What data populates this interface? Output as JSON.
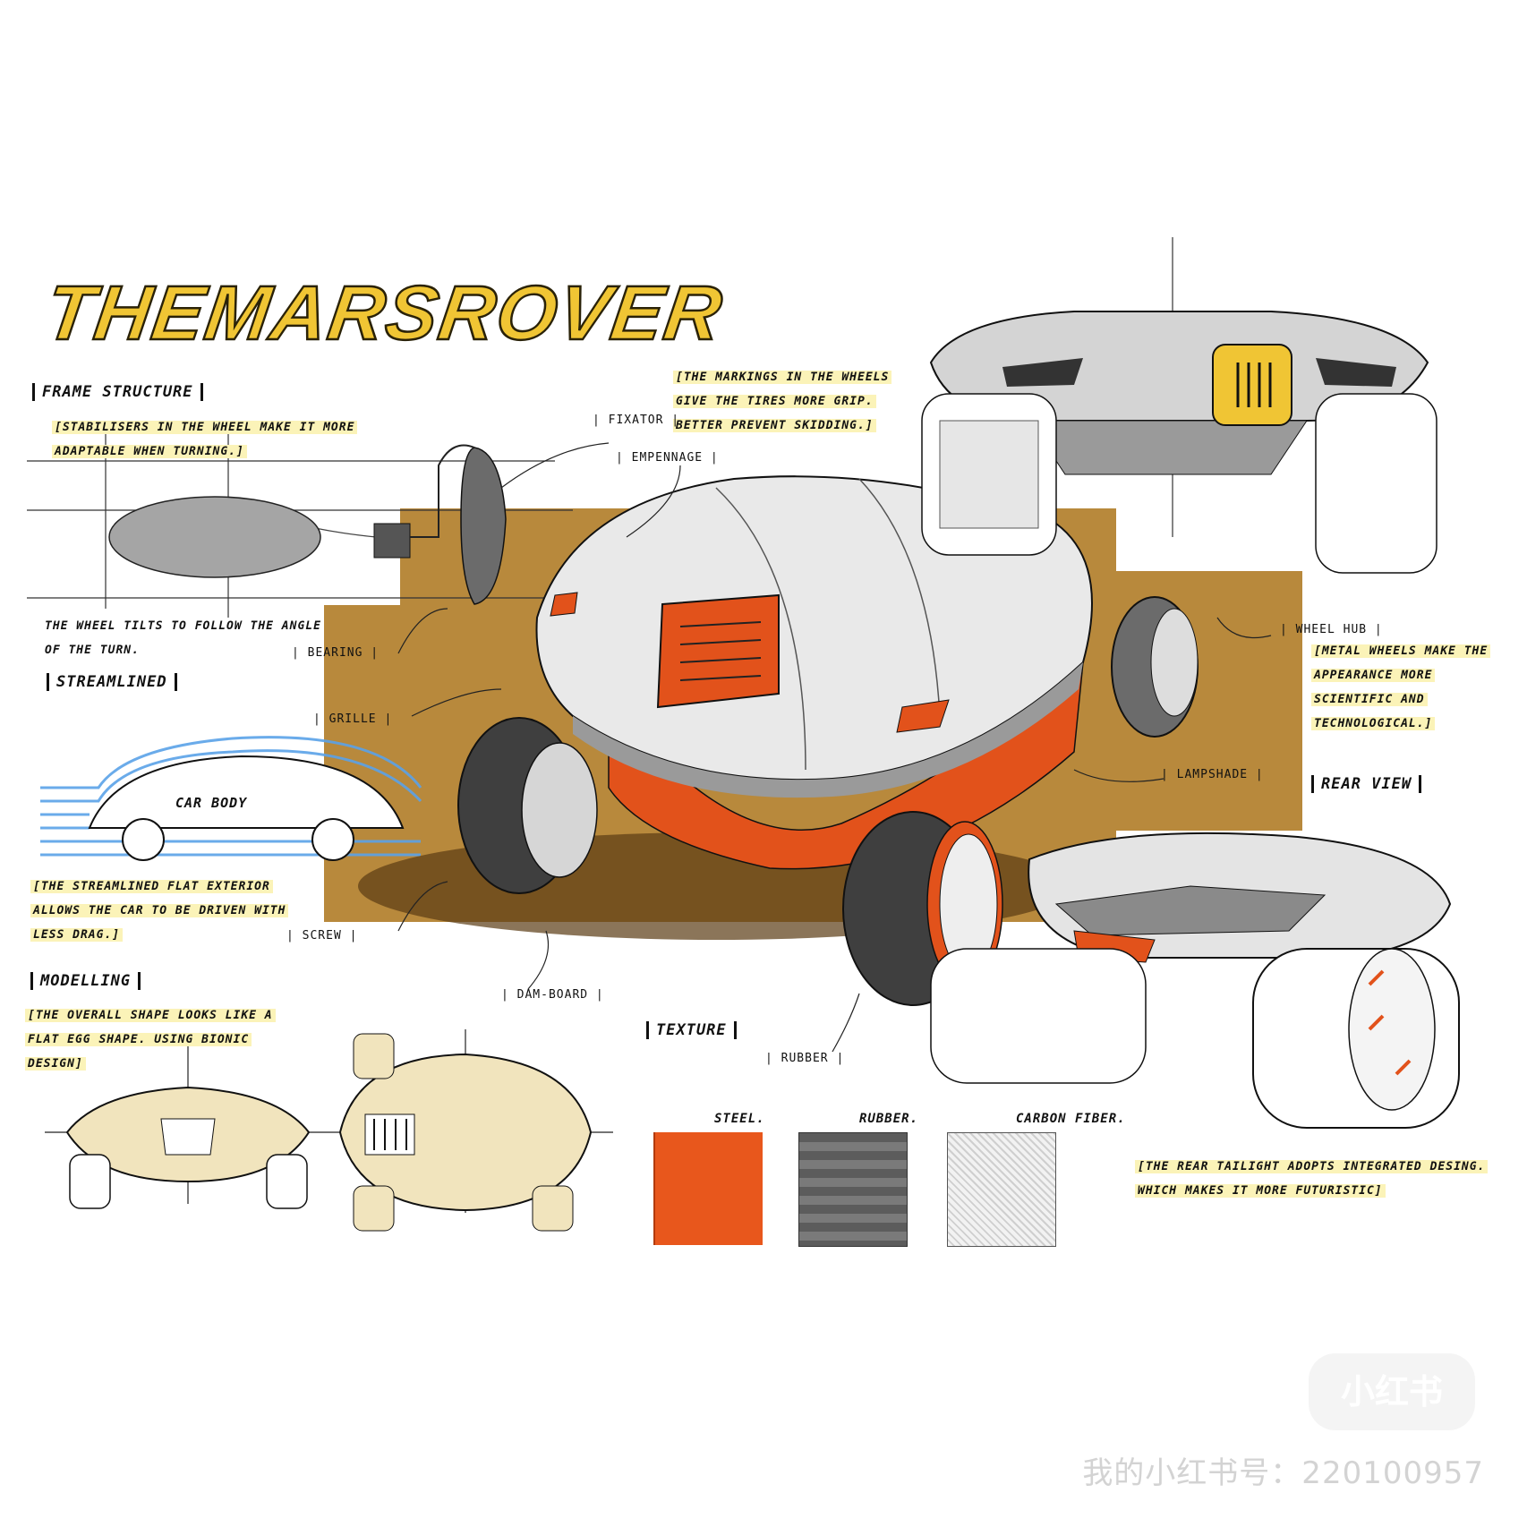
{
  "title": "THEMARSROVER",
  "sections": {
    "frame_structure": "FRAME STRUCTURE",
    "streamlined": "STREAMLINED",
    "modelling": "MODELLING",
    "texture": "TEXTURE",
    "rear_view": "REAR VIEW"
  },
  "notes": {
    "stabilisers": "[STABILISERS IN THE WHEEL MAKE IT MORE ADAPTABLE WHEN TURNING.]",
    "wheel_tilts": "THE WHEEL TILTS TO FOLLOW THE ANGLE OF THE TURN.",
    "markings": "[THE MARKINGS IN THE WHEELS GIVE THE TIRES MORE GRIP. BETTER PREVENT SKIDDING.]",
    "streamlined": "[THE STREAMLINED FLAT EXTERIOR ALLOWS THE CAR TO BE DRIVEN WITH LESS DRAG.]",
    "overall_shape": "[THE OVERALL SHAPE LOOKS LIKE A FLAT EGG SHAPE. USING BIONIC DESIGN]",
    "metal_wheels": "[METAL WHEELS MAKE THE APPEARANCE MORE SCIENTIFIC AND TECHNOLOGICAL.]",
    "taillight": "[THE REAR TAILIGHT ADOPTS INTEGRATED DESING. WHICH MAKES IT MORE FUTURISTIC]"
  },
  "labels": {
    "fixator": "FIXATOR",
    "empennage": "EMPENNAGE",
    "bearing": "BEARING",
    "grille": "GRILLE",
    "screw": "SCREW",
    "dam_board": "DAM-BOARD",
    "rubber": "RUBBER",
    "wheel_hub": "WHEEL HUB",
    "lampshade": "LAMPSHADE",
    "car_body": "CAR BODY"
  },
  "materials": [
    {
      "label": "STEEL.",
      "color": "#e8571c"
    },
    {
      "label": "RUBBER.",
      "color": "#6d6d6d"
    },
    {
      "label": "CARBON FIBER.",
      "color": "#e4e4e4"
    }
  ],
  "colors": {
    "title_yellow": "#f0c534",
    "brown_board": "#b8893c",
    "accent_orange": "#e2521b",
    "airflow_blue": "#5aa2e8",
    "highlight": "#fbf3b8"
  },
  "watermark": {
    "badge": "小红书",
    "account": "我的小红书号：220100957"
  }
}
